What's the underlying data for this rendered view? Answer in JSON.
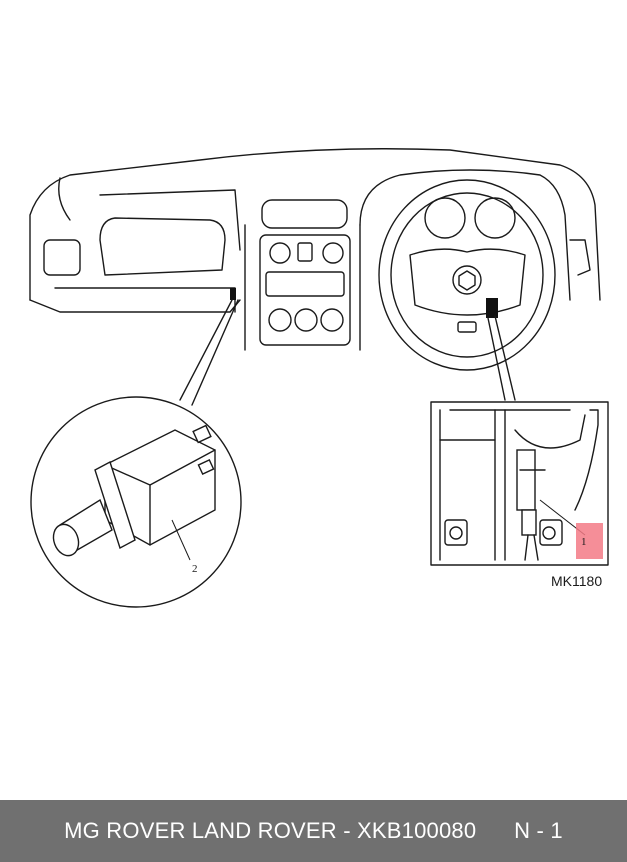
{
  "diagram": {
    "figure_code": "MK1180",
    "callouts": [
      {
        "id": "1",
        "label": "1"
      },
      {
        "id": "2",
        "label": "2"
      }
    ],
    "highlight_color": "#f37a86"
  },
  "footer": {
    "text": "MG ROVER LAND ROVER - XKB100080      N - 1",
    "background": "#707070"
  }
}
